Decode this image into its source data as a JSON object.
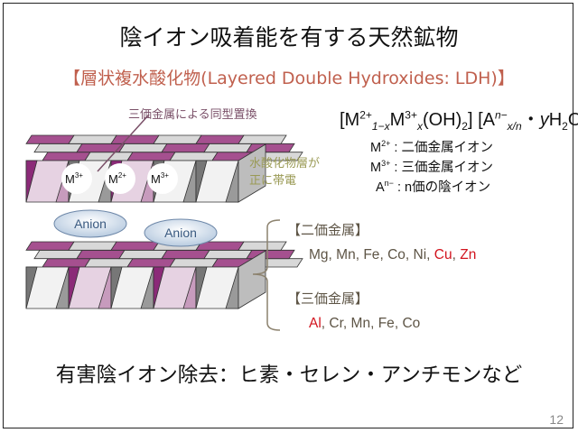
{
  "title": "陰イオン吸着能を有する天然鉱物",
  "subtitle": "【層状複水酸化物(Layered Double Hydroxides: LDH)】",
  "formula": {
    "open": "[M",
    "sup1": "2+",
    "sub1": "1−x",
    "m2": "M",
    "sup2": "3+",
    "sub2": "x",
    "oh": "(OH)",
    "sub3": "2",
    "mid": "] [A",
    "sup3": "n−",
    "sub4": "x/n",
    "dot": "・",
    "y": "y",
    "h": "H",
    "sub5": "2",
    "close": "O]"
  },
  "legend": [
    {
      "sym": "M",
      "sup": "2+",
      "desc": " : 二価金属イオン"
    },
    {
      "sym": "M",
      "sup": "3+",
      "desc": " : 三価金属イオン"
    },
    {
      "sym": "A",
      "sup": "n−",
      "desc": " : n価の陰イオン"
    }
  ],
  "diagram": {
    "substitution_label": "三価金属による同型置換",
    "charge_label_1": "水酸化物層が",
    "charge_label_2": "正に帯電",
    "ions": [
      {
        "base": "M",
        "sup": "3+"
      },
      {
        "base": "M",
        "sup": "2+"
      },
      {
        "base": "M",
        "sup": "3+"
      }
    ],
    "anion_1": "Anion",
    "anion_2": "Anion"
  },
  "divalent": {
    "heading": "【二価金属】",
    "metals": [
      {
        "name": "Mg",
        "highlight": false
      },
      {
        "name": "Mn",
        "highlight": false
      },
      {
        "name": "Fe",
        "highlight": false
      },
      {
        "name": "Co",
        "highlight": false
      },
      {
        "name": "Ni",
        "highlight": false
      },
      {
        "name": "Cu",
        "highlight": true
      },
      {
        "name": "Zn",
        "highlight": true
      }
    ]
  },
  "trivalent": {
    "heading": "【三価金属】",
    "metals": [
      {
        "name": "Al",
        "highlight": true
      },
      {
        "name": "Cr",
        "highlight": false
      },
      {
        "name": "Mn",
        "highlight": false
      },
      {
        "name": "Fe",
        "highlight": false
      },
      {
        "name": "Co",
        "highlight": false
      }
    ]
  },
  "bottom_text": "有害陰イオン除去：ヒ素・セレン・アンチモンなど",
  "page_number": "12",
  "colors": {
    "subtitle": "#c0604e",
    "highlight": "#d2141e",
    "purple": "#8b2a78"
  }
}
